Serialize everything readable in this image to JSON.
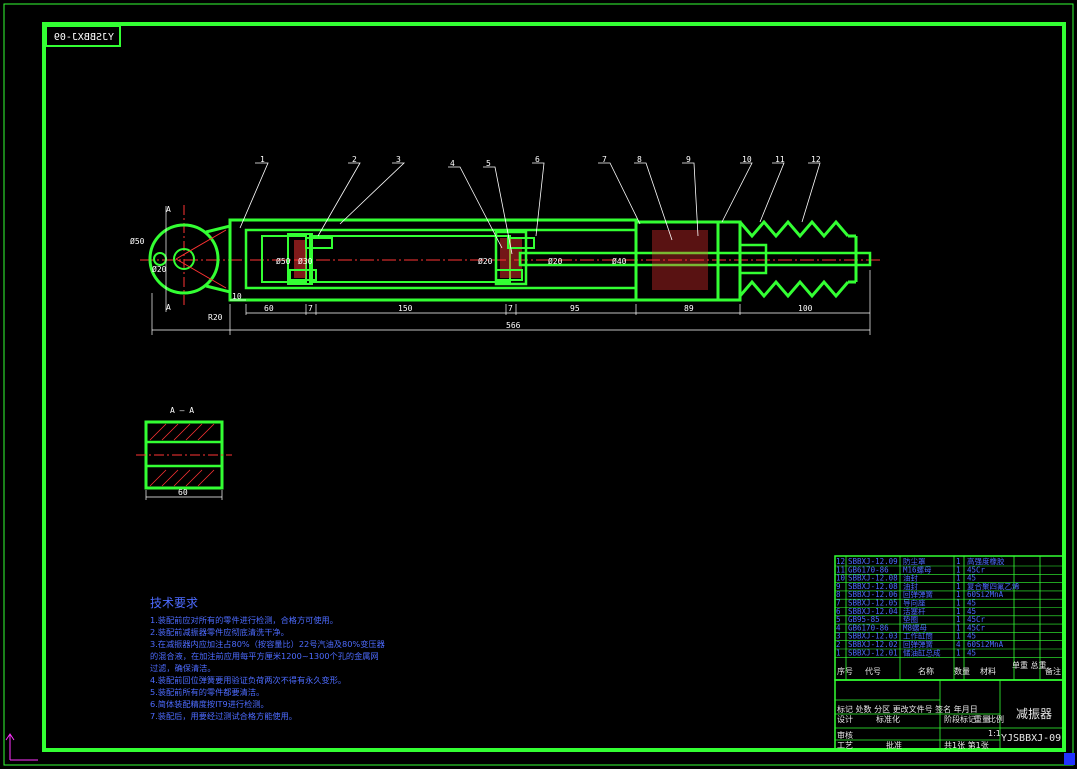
{
  "colors": {
    "background": "#000000",
    "frame": "#33ff33",
    "part_line": "#33ff33",
    "hatch": "#ff3333",
    "leader": "#ffffff",
    "centerline": "#ff3333",
    "text_blue": "#4d6bff",
    "dim_line": "#ffffff"
  },
  "drawing_code_mirrored": "YJSBBXJ-09",
  "balloons": [
    "1",
    "2",
    "3",
    "4",
    "5",
    "6",
    "7",
    "8",
    "9",
    "10",
    "11",
    "12"
  ],
  "main_view_labels": {
    "section_mark_top": "A",
    "section_mark_bottom": "A",
    "eye_dia": "Ø50",
    "eye_inner": "Ø20",
    "rod_dia_1": "Ø50",
    "rod_dia_2": "Ø30",
    "rod_dia_3": "Ø20",
    "rod_dia_4": "Ø40",
    "rod_dia_5": "Ø20",
    "eye_radius": "R20"
  },
  "dimensions": {
    "d10": "10",
    "d60": "60",
    "d7a": "7",
    "d150": "150",
    "d7b": "7",
    "d95": "95",
    "d89": "89",
    "d100": "100",
    "overall": "566"
  },
  "section_view": {
    "title": "A — A",
    "width_dim": "60"
  },
  "tech_requirements": {
    "heading": "技术要求",
    "items": [
      "1.装配前应对所有的零件进行检测，合格方可使用。",
      "2.装配前减振器零件应彻底清洗干净。",
      "3.在减振器内应加注占80%（按容量比）22号汽油及80%变压器",
      "的混合液，在加注前应用每平方厘米1200~1300个孔的金属网",
      "过滤，确保清洁。",
      "4.装配前回位弹簧要用验证负荷两次不得有永久变形。",
      "5.装配前所有的零件都要清洁。",
      "6.简体装配精度按IT9进行检测。",
      "7.装配后，用要经过测试合格方能使用。"
    ]
  },
  "bom": {
    "rows": [
      {
        "no": "12",
        "code": "SBBXJ-12.09",
        "name": "防尘罩",
        "qty": "1",
        "material": "高强度橡胶",
        "note": ""
      },
      {
        "no": "11",
        "code": "GB6170-86",
        "name": "M16螺母",
        "qty": "1",
        "material": "45Cr",
        "note": ""
      },
      {
        "no": "10",
        "code": "SBBXJ-12.08",
        "name": "油封",
        "qty": "1",
        "material": "45",
        "note": ""
      },
      {
        "no": "9",
        "code": "SBBXJ-12.08",
        "name": "油封",
        "qty": "1",
        "material": "复合聚四氟乙烯",
        "note": ""
      },
      {
        "no": "8",
        "code": "SBBXJ-12.06",
        "name": "回弹弹簧",
        "qty": "1",
        "material": "60Si2MnA",
        "note": ""
      },
      {
        "no": "7",
        "code": "SBBXJ-12.05",
        "name": "导向座",
        "qty": "1",
        "material": "45",
        "note": ""
      },
      {
        "no": "6",
        "code": "SBBXJ-12.04",
        "name": "活塞杆",
        "qty": "1",
        "material": "45",
        "note": ""
      },
      {
        "no": "5",
        "code": "GB95-85",
        "name": "垫圈",
        "qty": "1",
        "material": "45Cr",
        "note": ""
      },
      {
        "no": "4",
        "code": "GB6170-86",
        "name": "M8螺母",
        "qty": "1",
        "material": "45Cr",
        "note": ""
      },
      {
        "no": "3",
        "code": "SBBXJ-12.03",
        "name": "工作缸筒",
        "qty": "1",
        "material": "45",
        "note": ""
      },
      {
        "no": "2",
        "code": "SBBXJ-12.02",
        "name": "回弹弹簧",
        "qty": "4",
        "material": "60Si2MnA",
        "note": ""
      },
      {
        "no": "1",
        "code": "SBBXJ-12.01",
        "name": "储油缸总成",
        "qty": "1",
        "material": "45",
        "note": ""
      }
    ],
    "header": {
      "no": "序号",
      "code": "代号",
      "name": "名称",
      "qty": "数量",
      "material": "材料",
      "single_total": "单重 总重",
      "note": "备注"
    }
  },
  "title_block": {
    "part_name": "减振器",
    "drawing_no": "YJSBBXJ-09",
    "scale": "1:1",
    "labels": {
      "revision": "标记 处数 分区 更改文件号 签名 年月日",
      "design": "设计",
      "standardize": "标准化",
      "review": "审核",
      "process": "工艺",
      "approve": "批准",
      "stage": "阶段标记",
      "weight": "重量",
      "scale_label": "比例",
      "sheets": "共1张 第1张"
    }
  }
}
